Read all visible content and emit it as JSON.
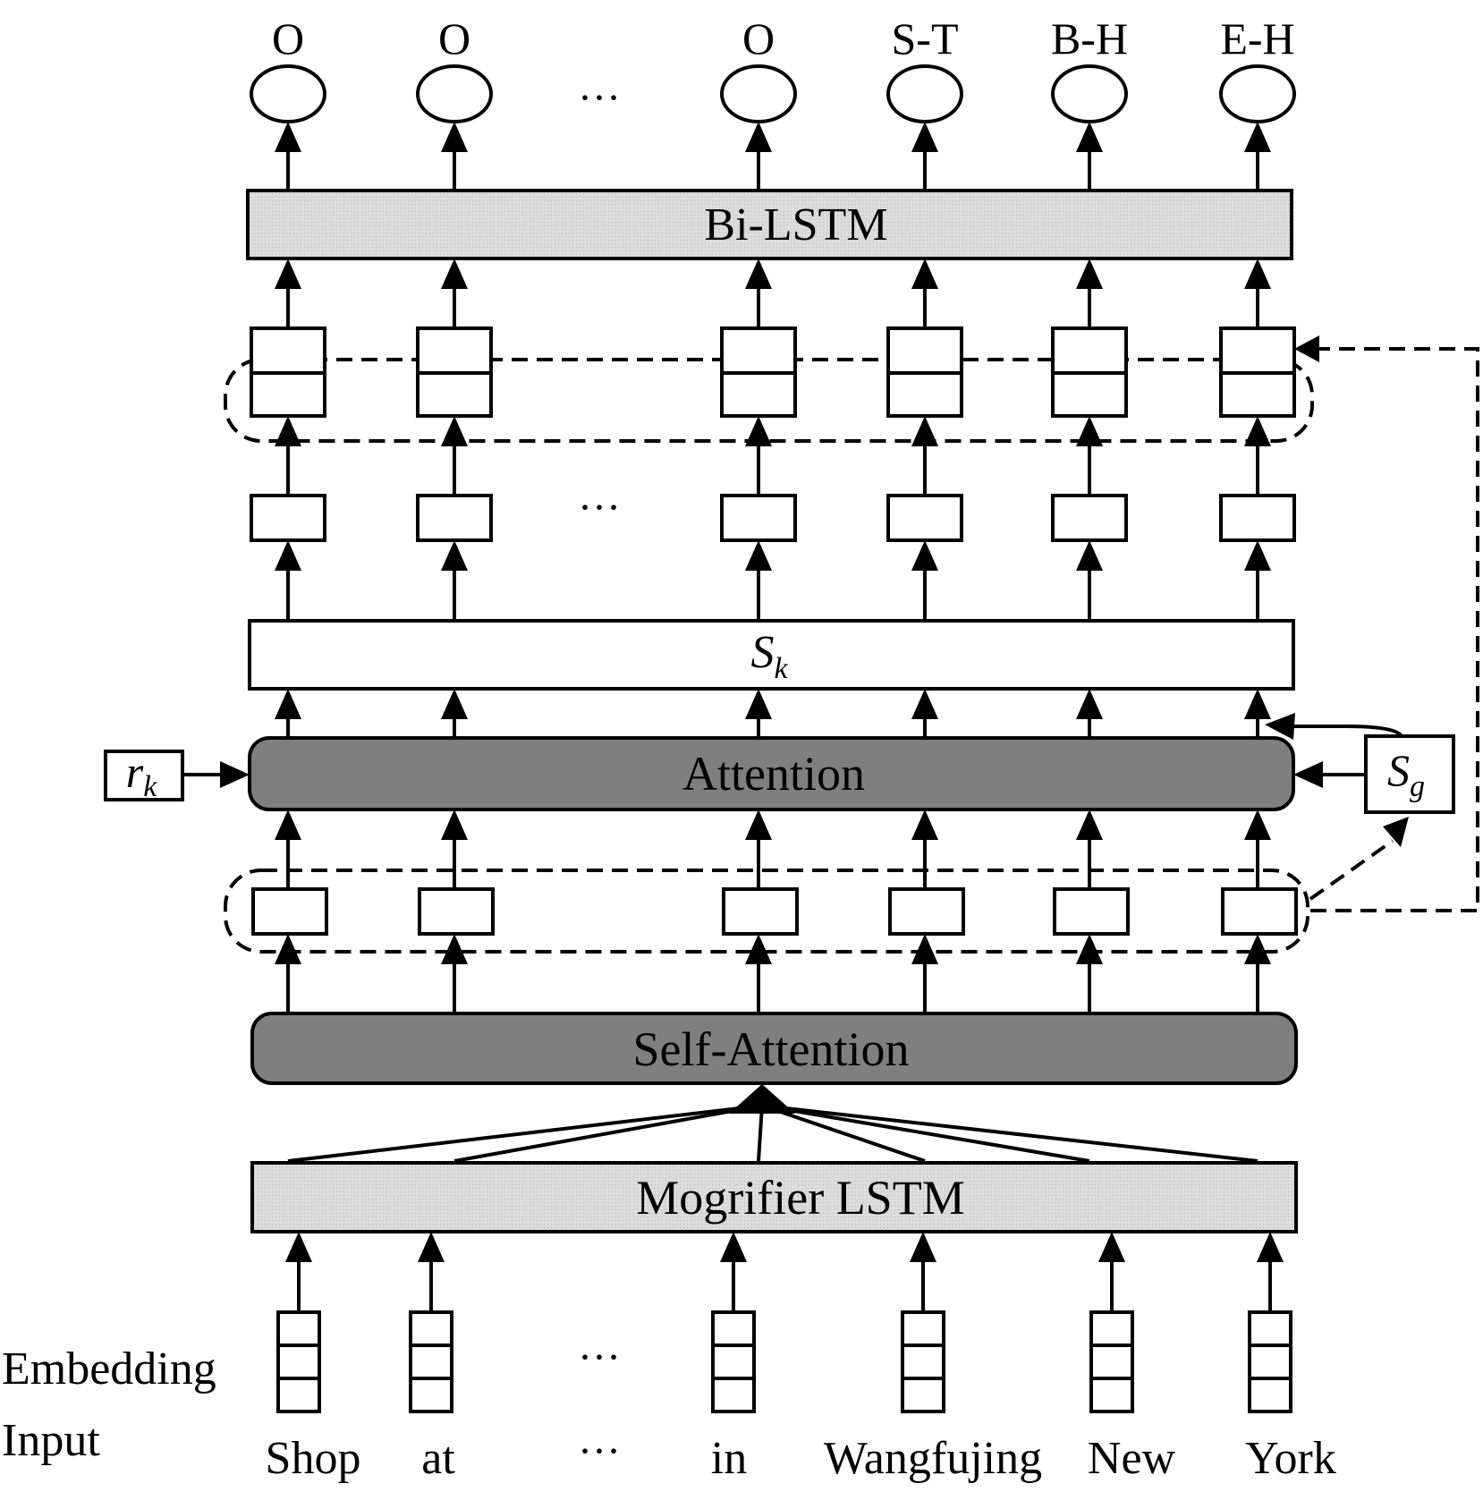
{
  "output_tags": [
    "O",
    "O",
    "O",
    "S-T",
    "B-H",
    "E-H"
  ],
  "ellipsis": "···",
  "layers": {
    "bilstm": "Bi-LSTM",
    "sk": {
      "base": "S",
      "sub": "k"
    },
    "attention": "Attention",
    "self_attention": "Self-Attention",
    "mogrifier": "Mogrifier LSTM"
  },
  "side_inputs": {
    "rk": {
      "base": "r",
      "sub": "k"
    },
    "sg": {
      "base": "S",
      "sub": "g"
    }
  },
  "row_labels": {
    "embedding": "Embedding",
    "input": "Input"
  },
  "input_words": [
    "Shop",
    "at",
    "in",
    "Wangfujing",
    "New",
    "York"
  ],
  "colors": {
    "layer_light": "#d9d9d9",
    "layer_dark": "#7f7f7f",
    "stroke": "#000000"
  }
}
